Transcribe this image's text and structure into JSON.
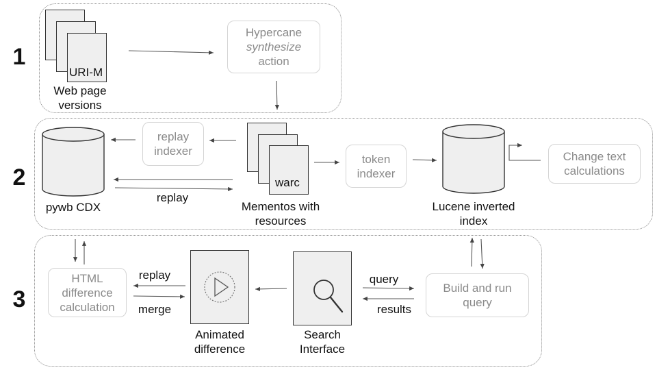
{
  "rows": [
    "1",
    "2",
    "3"
  ],
  "row1": {
    "stack_tag": "URI-M",
    "stack_caption": [
      "Web page",
      "versions"
    ],
    "synthesize": {
      "pre": "Hypercane",
      "emph": "synthesize",
      "post": "action"
    }
  },
  "row2": {
    "pywb_caption": "pywb CDX",
    "replay_indexer": [
      "replay",
      "indexer"
    ],
    "replay_label": "replay",
    "warc_tag": "warc",
    "warc_caption": [
      "Mementos with",
      "resources"
    ],
    "token_indexer": [
      "token",
      "indexer"
    ],
    "lucene_caption": [
      "Lucene inverted",
      "index"
    ],
    "change_text": [
      "Change text",
      "calculations"
    ]
  },
  "row3": {
    "html_diff": [
      "HTML",
      "difference",
      "calculation"
    ],
    "replay_label": "replay",
    "merge_label": "merge",
    "animated_caption": [
      "Animated",
      "difference"
    ],
    "search_caption": [
      "Search",
      "Interface"
    ],
    "query_label": "query",
    "results_label": "results",
    "build_query": [
      "Build and run",
      "query"
    ]
  }
}
